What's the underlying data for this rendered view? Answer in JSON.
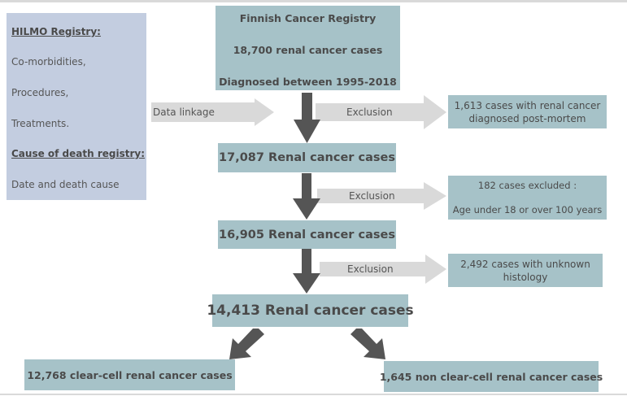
{
  "sources": {
    "hilmo_title": "HILMO Registry:",
    "hilmo_items": [
      "Co-morbidities,",
      "Procedures,",
      "Treatments."
    ],
    "death_title": "Cause of death registry:",
    "death_items": [
      "Date and death cause"
    ]
  },
  "registry": {
    "name": "Finnish Cancer Registry",
    "cases": "18,700 renal cancer cases",
    "period": "Diagnosed between 1995-2018"
  },
  "linkage_label": "Data linkage",
  "exclusions": [
    {
      "label": "Exclusion",
      "detail_lines": [
        "1,613 cases with renal cancer",
        "diagnosed post-mortem"
      ]
    },
    {
      "label": "Exclusion",
      "detail_lines": [
        "182 cases excluded :",
        "",
        "Age under 18 or over 100 years"
      ]
    },
    {
      "label": "Exclusion",
      "detail_lines": [
        "2,492 cases with unknown",
        "histology"
      ]
    }
  ],
  "stages": [
    "17,087 Renal cancer cases",
    "16,905 Renal cancer cases",
    "14,413 Renal cancer cases"
  ],
  "outcomes": [
    "12,768  clear-cell renal cancer cases",
    "1,645 non clear-cell renal cancer cases"
  ],
  "colors": {
    "box_teal": "#a6c2c8",
    "source_panel": "#c3cde0",
    "arrow_dark": "#555555",
    "arrow_light": "#d9d9d9",
    "text": "#4a4a4a"
  }
}
